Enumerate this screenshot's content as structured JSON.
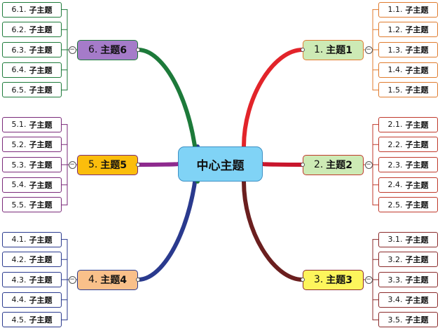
{
  "central": {
    "label": "中心主题"
  },
  "topics": [
    {
      "num": "1.",
      "label": "主题1",
      "fill": "#cdeab5",
      "border": "#e07b2e",
      "branch": "#e2242a",
      "side": "right",
      "subs": [
        {
          "num": "1.1.",
          "label": "子主题"
        },
        {
          "num": "1.2.",
          "label": "子主题"
        },
        {
          "num": "1.3.",
          "label": "子主题"
        },
        {
          "num": "1.4.",
          "label": "子主题"
        },
        {
          "num": "1.5.",
          "label": "子主题"
        }
      ]
    },
    {
      "num": "2.",
      "label": "主题2",
      "fill": "#cdeab5",
      "border": "#c0392b",
      "branch": "#c8162c",
      "side": "right",
      "subs": [
        {
          "num": "2.1.",
          "label": "子主题"
        },
        {
          "num": "2.2.",
          "label": "子主题"
        },
        {
          "num": "2.3.",
          "label": "子主题"
        },
        {
          "num": "2.4.",
          "label": "子主题"
        },
        {
          "num": "2.5.",
          "label": "子主题"
        }
      ]
    },
    {
      "num": "3.",
      "label": "主题3",
      "fill": "#fdf55c",
      "border": "#8b2a2a",
      "branch": "#6b1f1f",
      "side": "right",
      "subs": [
        {
          "num": "3.1.",
          "label": "子主题"
        },
        {
          "num": "3.2.",
          "label": "子主题"
        },
        {
          "num": "3.3.",
          "label": "子主题"
        },
        {
          "num": "3.4.",
          "label": "子主题"
        },
        {
          "num": "3.5.",
          "label": "子主题"
        }
      ]
    },
    {
      "num": "4.",
      "label": "主题4",
      "fill": "#f9c08a",
      "border": "#2a3a8e",
      "branch": "#2a3a8e",
      "side": "left",
      "subs": [
        {
          "num": "4.1.",
          "label": "子主题"
        },
        {
          "num": "4.2.",
          "label": "子主题"
        },
        {
          "num": "4.3.",
          "label": "子主题"
        },
        {
          "num": "4.4.",
          "label": "子主题"
        },
        {
          "num": "4.5.",
          "label": "子主题"
        }
      ]
    },
    {
      "num": "5.",
      "label": "主题5",
      "fill": "#fbbd0c",
      "border": "#7a2a7a",
      "branch": "#8e2a8e",
      "side": "left",
      "subs": [
        {
          "num": "5.1.",
          "label": "子主题"
        },
        {
          "num": "5.2.",
          "label": "子主题"
        },
        {
          "num": "5.3.",
          "label": "子主题"
        },
        {
          "num": "5.4.",
          "label": "子主题"
        },
        {
          "num": "5.5.",
          "label": "子主题"
        }
      ]
    },
    {
      "num": "6.",
      "label": "主题6",
      "fill": "#a57bc9",
      "border": "#1d7a3a",
      "branch": "#1d7a3a",
      "side": "left",
      "subs": [
        {
          "num": "6.1.",
          "label": "子主题"
        },
        {
          "num": "6.2.",
          "label": "子主题"
        },
        {
          "num": "6.3.",
          "label": "子主题"
        },
        {
          "num": "6.4.",
          "label": "子主题"
        },
        {
          "num": "6.5.",
          "label": "子主题"
        }
      ]
    }
  ]
}
